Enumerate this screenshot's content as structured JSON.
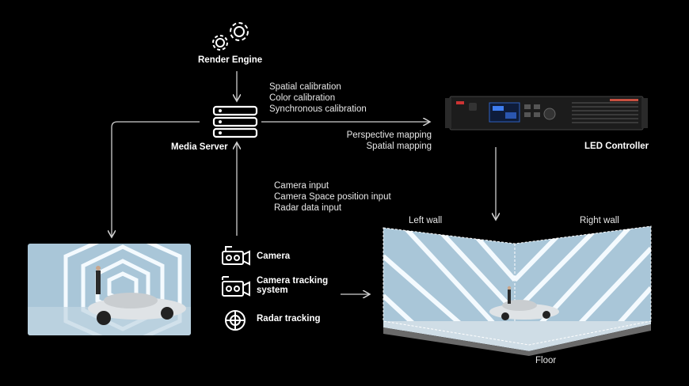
{
  "render_engine": {
    "label": "Render Engine",
    "icon": "gears-icon"
  },
  "media_server": {
    "label": "Media Server",
    "icon": "server-icon"
  },
  "led_controller": {
    "label": "LED Controller"
  },
  "calibration": [
    "Spatial calibration",
    "Color calibration",
    "Synchronous calibration"
  ],
  "mapping": [
    "Perspective mapping",
    "Spatial mapping"
  ],
  "inputs": [
    "Camera input",
    "Camera Space position input",
    "Radar data input"
  ],
  "devices": {
    "camera": {
      "label": "Camera",
      "icon": "camera-icon"
    },
    "tracking": {
      "label_line1": "Camera tracking",
      "label_line2": "system",
      "icon": "camera-tracking-icon"
    },
    "radar": {
      "label": "Radar tracking",
      "icon": "radar-icon"
    }
  },
  "stage": {
    "left_wall": "Left wall",
    "right_wall": "Right wall",
    "floor": "Floor"
  },
  "colors": {
    "background": "#000000",
    "arrow": "#cfcfcf",
    "tunnel": "#a9c6d8"
  }
}
